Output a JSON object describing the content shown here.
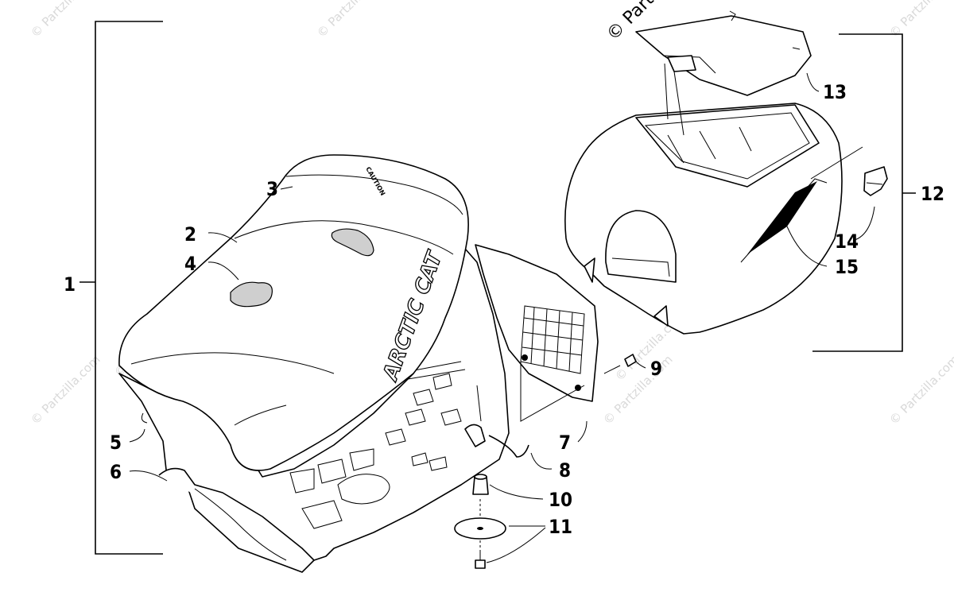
{
  "copyright": "© Partzilla.com",
  "watermark_text": "© Partzilla.com",
  "seat_brand_text": "ARCTIC CAT",
  "seat_caution_text": "CAUTION",
  "callouts": [
    {
      "num": "1"
    },
    {
      "num": "2"
    },
    {
      "num": "3"
    },
    {
      "num": "4"
    },
    {
      "num": "5"
    },
    {
      "num": "6"
    },
    {
      "num": "7"
    },
    {
      "num": "8"
    },
    {
      "num": "9"
    },
    {
      "num": "10"
    },
    {
      "num": "11"
    },
    {
      "num": "12"
    },
    {
      "num": "13"
    },
    {
      "num": "14"
    },
    {
      "num": "15"
    }
  ]
}
